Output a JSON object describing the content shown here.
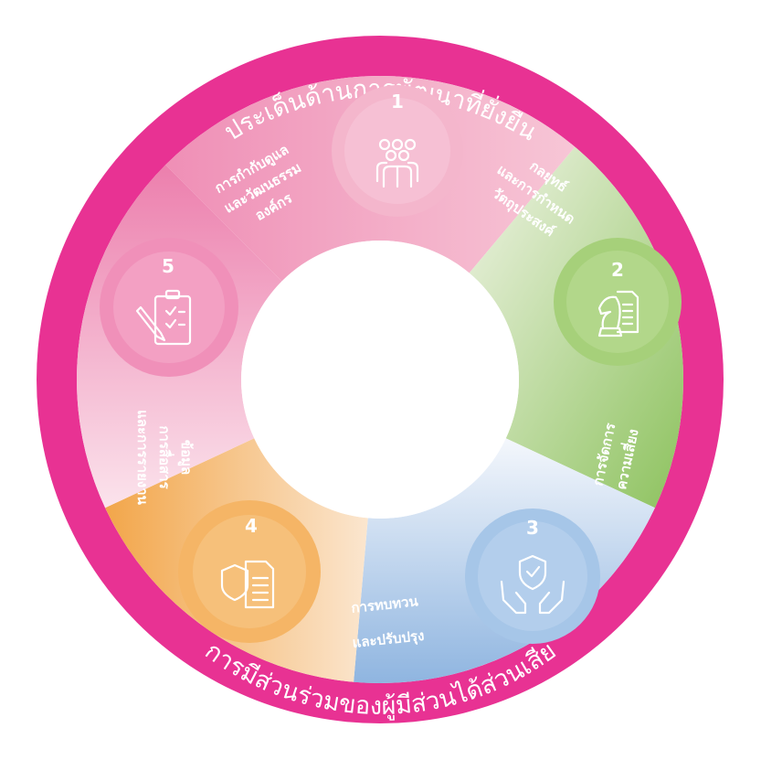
{
  "outer_ring": {
    "top_label": "ประเด็นด้านการพัฒนาที่ยั่งยืน",
    "bottom_label": "การมีส่วนร่วมของผู้มีส่วนได้ส่วนเสีย"
  },
  "steps": [
    {
      "number": "1",
      "lines": [
        "การกำกับดูแล",
        "และวัฒนธรรม",
        "องค์กร"
      ],
      "icon": "people-group-icon",
      "color": "#f3a9c4"
    },
    {
      "number": "2",
      "lines": [
        "กลยุทธ์",
        "และการกำหนด",
        "วัตถุประสงค์"
      ],
      "icon": "chess-knight-document-icon",
      "color": "#9ccb6b"
    },
    {
      "number": "3",
      "lines": [
        "การจัดการ",
        "ความเสี่ยง"
      ],
      "icon": "hands-shield-icon",
      "color": "#9fc0e3"
    },
    {
      "number": "4",
      "lines": [
        "การทบทวน",
        "และปรับปรุง"
      ],
      "icon": "shield-document-icon",
      "color": "#f3b25f"
    },
    {
      "number": "5",
      "lines": [
        "ข้อมูล",
        "การสื่อสาร",
        "และการรายงาน"
      ],
      "icon": "clipboard-pen-icon",
      "color": "#ef8fb6"
    }
  ],
  "colors": {
    "outer_ring": "#e83293",
    "center": "#ffffff"
  }
}
